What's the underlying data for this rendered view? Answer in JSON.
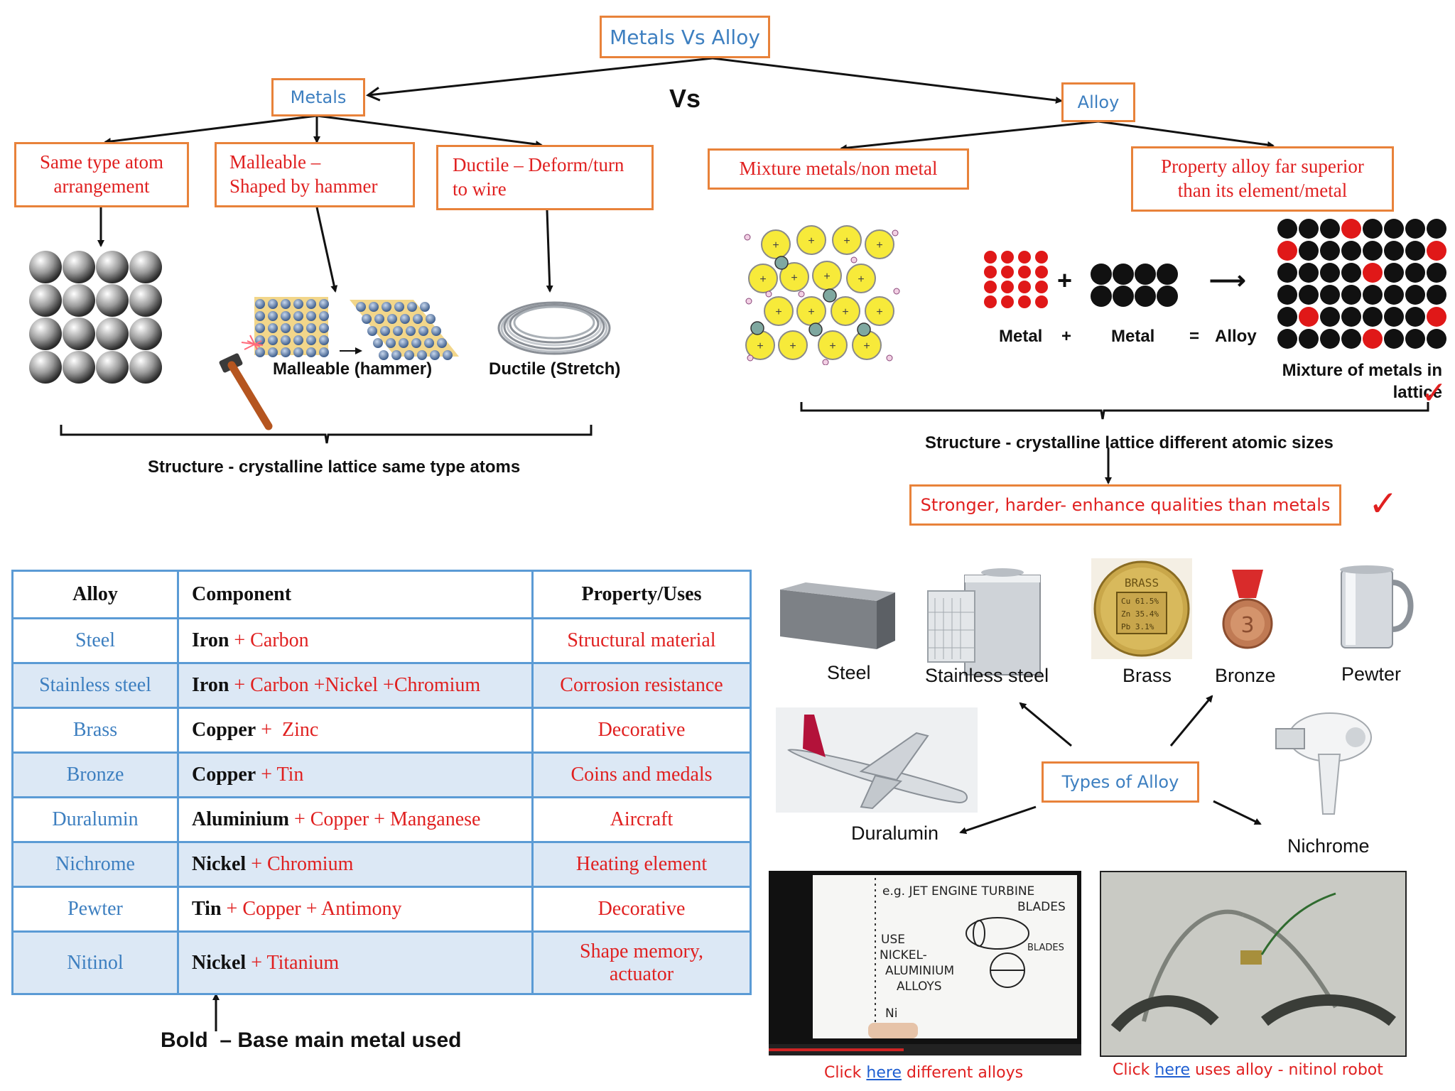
{
  "title": "Metals Vs Alloy",
  "vs": "Vs",
  "metals": {
    "label": "Metals",
    "props": [
      "Same type atom arrangement",
      "Malleable – Shaped by hammer",
      "Ductile – Deform/turn to wire"
    ],
    "malleable_caption": "Malleable (hammer)",
    "ductile_caption": "Ductile (Stretch)",
    "structure": "Structure - crystalline lattice same type atoms"
  },
  "alloy": {
    "label": "Alloy",
    "props": [
      "Mixture metals/non metal",
      "Property alloy far superior than its element/metal"
    ],
    "eq_metal1": "Metal",
    "eq_plus": "+",
    "eq_metal2": "Metal",
    "eq_equals": "=",
    "eq_alloy": "Alloy",
    "mixture_caption": "Mixture of metals in lattice",
    "structure": "Structure - crystalline lattice  different atomic sizes",
    "stronger": "Stronger, harder- enhance qualities than metals"
  },
  "table": {
    "headers": [
      "Alloy",
      "Component",
      "Property/Uses"
    ],
    "rows": [
      {
        "alloy": "Steel",
        "base": "Iron",
        "rest": "+ Carbon",
        "use": "Structural material"
      },
      {
        "alloy": "Stainless steel",
        "base": "Iron",
        "rest": "+ Carbon +Nickel +Chromium",
        "use": "Corrosion resistance"
      },
      {
        "alloy": "Brass",
        "base": "Copper",
        "rest": "+  Zinc",
        "use": "Decorative"
      },
      {
        "alloy": "Bronze",
        "base": "Copper",
        "rest": "+ Tin",
        "use": "Coins and medals"
      },
      {
        "alloy": "Duralumin",
        "base": "Aluminium",
        "rest": "+ Copper + Manganese",
        "use": "Aircraft"
      },
      {
        "alloy": "Nichrome",
        "base": "Nickel",
        "rest": "+ Chromium",
        "use": "Heating element"
      },
      {
        "alloy": "Pewter",
        "base": "Tin",
        "rest": "+ Copper + Antimony",
        "use": "Decorative"
      },
      {
        "alloy": "Nitinol",
        "base": "Nickel",
        "rest": "+ Titanium",
        "use": "Shape memory, actuator"
      }
    ],
    "note": "Bold  – Base main metal used"
  },
  "types": {
    "label": "Types of Alloy",
    "items": [
      "Steel",
      "Stainless steel",
      "Brass",
      "Bronze",
      "Pewter",
      "Duralumin",
      "Nichrome"
    ],
    "brass_coin": [
      "BRASS",
      "Cu 61.5%",
      "Zn 35.4%",
      "Pb 3.1%"
    ]
  },
  "videos": {
    "left_pre": "Click ",
    "left_link": "here",
    "left_post": " different alloys",
    "right_pre": "Click ",
    "right_link": "here",
    "right_post": " uses alloy - nitinol robot",
    "whiteboard_lines": [
      "e.g. JET ENGINE TURBINE",
      "BLADES",
      "USE",
      "NICKEL-",
      "ALUMINIUM",
      "ALLOYS",
      "Ni",
      "BLADES"
    ]
  },
  "colors": {
    "box_border": "#e8823a",
    "blue_text": "#3d7fc0",
    "red_text": "#e02020",
    "table_border": "#5b9bd5",
    "table_stripe": "#dce8f5"
  }
}
